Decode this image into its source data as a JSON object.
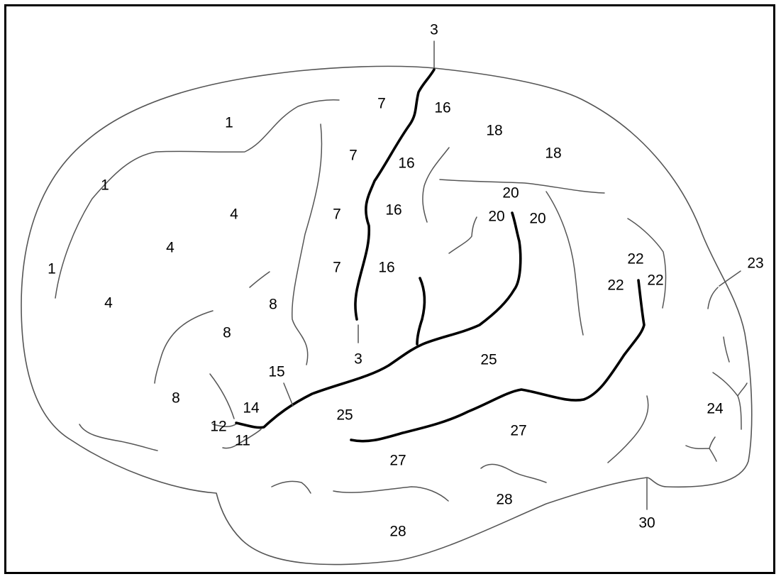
{
  "labels": [
    {
      "id": "1a",
      "text": "1"
    },
    {
      "id": "1b",
      "text": "1"
    },
    {
      "id": "1c",
      "text": "1"
    },
    {
      "id": "3top",
      "text": "3"
    },
    {
      "id": "3bottom",
      "text": "3"
    },
    {
      "id": "4a",
      "text": "4"
    },
    {
      "id": "4b",
      "text": "4"
    },
    {
      "id": "4c",
      "text": "4"
    },
    {
      "id": "7a",
      "text": "7"
    },
    {
      "id": "7b",
      "text": "7"
    },
    {
      "id": "7c",
      "text": "7"
    },
    {
      "id": "7d",
      "text": "7"
    },
    {
      "id": "8a",
      "text": "8"
    },
    {
      "id": "8b",
      "text": "8"
    },
    {
      "id": "8c",
      "text": "8"
    },
    {
      "id": "11",
      "text": "11"
    },
    {
      "id": "12",
      "text": "12"
    },
    {
      "id": "14",
      "text": "14"
    },
    {
      "id": "15",
      "text": "15"
    },
    {
      "id": "16a",
      "text": "16"
    },
    {
      "id": "16b",
      "text": "16"
    },
    {
      "id": "16c",
      "text": "16"
    },
    {
      "id": "16d",
      "text": "16"
    },
    {
      "id": "18a",
      "text": "18"
    },
    {
      "id": "18b",
      "text": "18"
    },
    {
      "id": "20a",
      "text": "20"
    },
    {
      "id": "20b",
      "text": "20"
    },
    {
      "id": "20c",
      "text": "20"
    },
    {
      "id": "22a",
      "text": "22"
    },
    {
      "id": "22b",
      "text": "22"
    },
    {
      "id": "22c",
      "text": "22"
    },
    {
      "id": "23",
      "text": "23"
    },
    {
      "id": "24",
      "text": "24"
    },
    {
      "id": "25a",
      "text": "25"
    },
    {
      "id": "25b",
      "text": "25"
    },
    {
      "id": "27a",
      "text": "27"
    },
    {
      "id": "27b",
      "text": "27"
    },
    {
      "id": "28a",
      "text": "28"
    },
    {
      "id": "28b",
      "text": "28"
    },
    {
      "id": "30",
      "text": "30"
    }
  ]
}
